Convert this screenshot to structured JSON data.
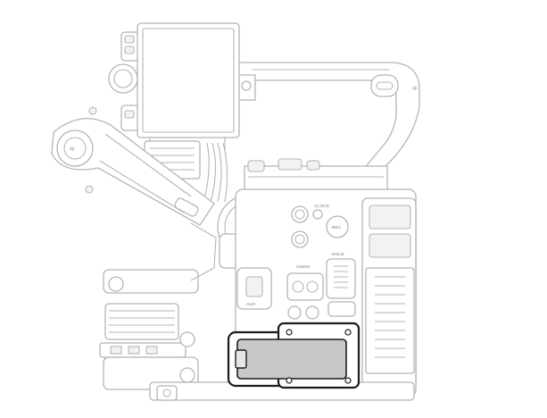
{
  "diagram": {
    "line_color": "#b5b5b5",
    "highlight_color": "#1c1c1c",
    "highlight_fill": "#c8c8c8",
    "highlighted_part": "side-cover"
  },
  "panel_labels": {
    "clock": "CLOCK",
    "audio": "AUDIO",
    "rec": "REC",
    "aux": "AUX",
    "hold": "HOLD"
  },
  "badges": {
    "handle_logo": "dji",
    "arm_knob": "dji"
  }
}
